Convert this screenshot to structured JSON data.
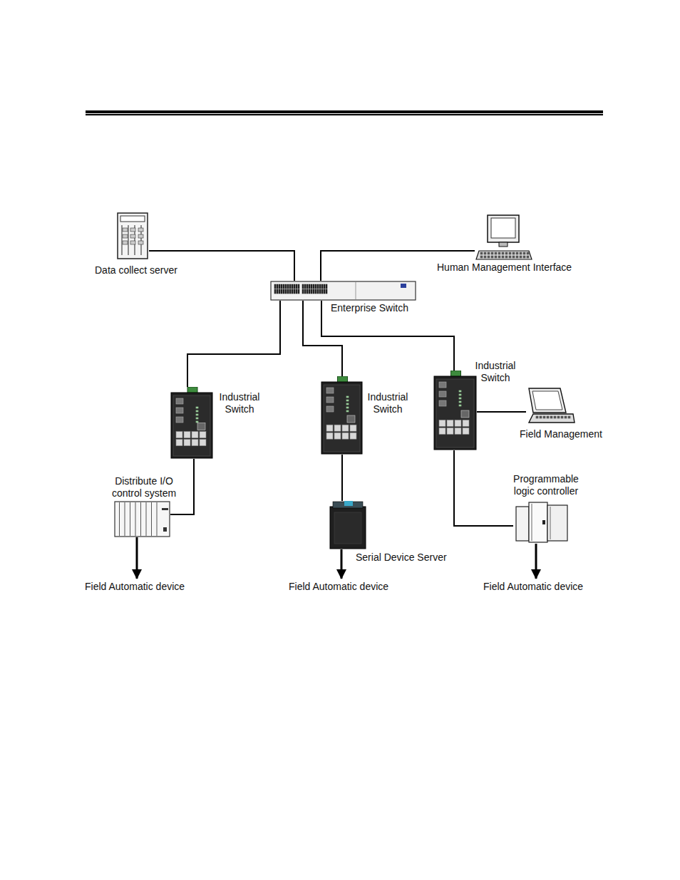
{
  "diagram": {
    "nodes": [
      {
        "text": [
          "Data collect server"
        ]
      },
      {
        "text": [
          "Human Management Interface"
        ]
      },
      {
        "text": [
          "Enterprise Switch"
        ]
      },
      {
        "text": [
          "Industrial Switch"
        ]
      },
      {
        "text": [
          "Industrial Switch"
        ]
      },
      {
        "text": [
          "Industrial Switch"
        ]
      },
      {
        "text": [
          "Field Management"
        ]
      },
      {
        "text": [
          "Distribute I/O control system"
        ]
      },
      {
        "text": [
          "Serial Device Server"
        ]
      },
      {
        "text": [
          "Programmable logic controller"
        ]
      },
      {
        "text": [
          "Field Automatic device"
        ]
      },
      {
        "text": [
          "Field Automatic device"
        ]
      },
      {
        "text": [
          "Field Automatic device"
        ]
      }
    ],
    "edges": [
      {
        "from": 0,
        "to": 2,
        "arrow": "none"
      },
      {
        "from": 1,
        "to": 2,
        "arrow": "none"
      },
      {
        "from": 2,
        "to": 3,
        "arrow": "none"
      },
      {
        "from": 2,
        "to": 4,
        "arrow": "none"
      },
      {
        "from": 2,
        "to": 5,
        "arrow": "none"
      },
      {
        "from": 5,
        "to": 6,
        "arrow": "none"
      },
      {
        "from": 3,
        "to": 7,
        "arrow": "none"
      },
      {
        "from": 4,
        "to": 8,
        "arrow": "none"
      },
      {
        "from": 5,
        "to": 9,
        "arrow": "none"
      },
      {
        "from": 7,
        "to": 10,
        "arrow": "to"
      },
      {
        "from": 8,
        "to": 11,
        "arrow": "to"
      },
      {
        "from": 9,
        "to": 12,
        "arrow": "to"
      }
    ]
  }
}
